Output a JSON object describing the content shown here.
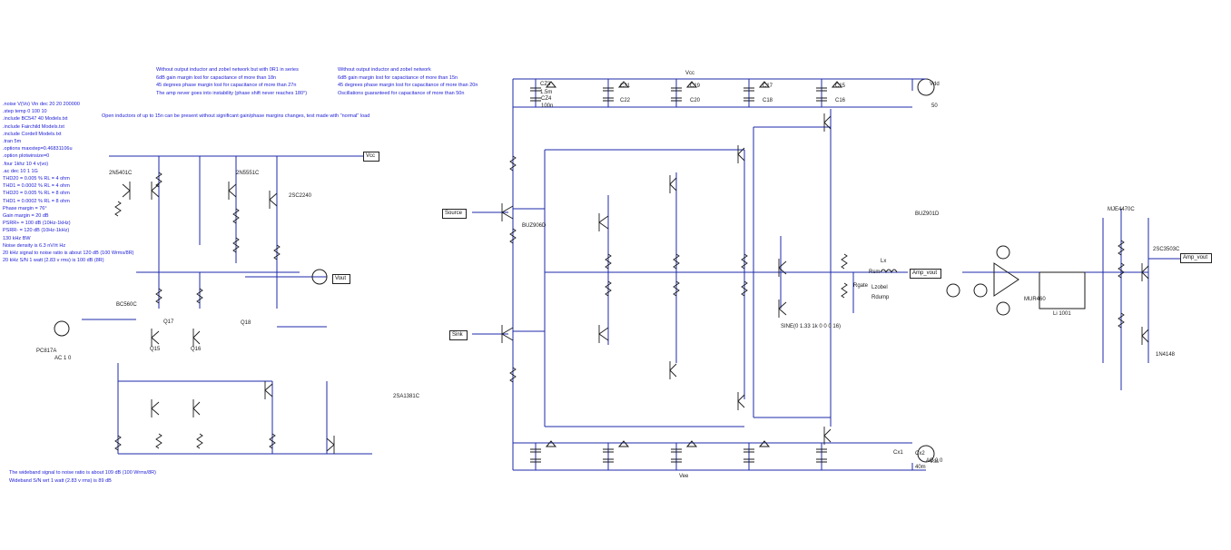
{
  "directives": [
    ".noise V(Vo) Vin dec 20 20 200000",
    ".step temp 0 100 10",
    ".include BC547 40 Models.txt",
    ".include Fairchild Models.txt",
    ".include Cordell Models.txt",
    ".tran 5m",
    ".options maxstep=0.46831106u",
    ".option plotwinsize=0",
    ".four 1khz 10 4 v(vo)",
    ".ac dec 10 1 1G",
    "THD20 = 0.005 % RL = 4 ohm",
    "THD1 = 0.0002 % RL = 4 ohm",
    "THD20 = 0.005 % RL = 8 ohm",
    "THD1 = 0.0002 % RL = 8 ohm",
    "Phase margin = 76°",
    "Gain margin = 20 dB",
    "PSRR+ = 100 dB (10Hz-1kHz)",
    "PSRR- = 120 dB (10Hz-1kHz)",
    "130 kHz BW",
    "Noise density is 6.3 nV/rt Hz",
    "20 kHz signal to noise ratio is about 120 dB (100 Wrms/8R)",
    "20 kHz S/N 1 watt (2.83 v rms) is 100 dB (8R)"
  ],
  "top_notes_left": [
    "Without output inductor and zobel network but with 0R1 in series",
    "6dB gain margin lost for capacitance of more than 18n",
    "45 degrees phase margin lost for capacitance of more than 27n",
    "The amp never goes into instability (phase shift never reaches 180°)"
  ],
  "top_notes_right": [
    "Without output inductor and zobel network",
    "6dB gain margin lost for capacitance of more than 15n",
    "45 degrees phase margin lost for capacitance of more than 20n",
    "Oscillations guaranteed for capacitance of more than 50n"
  ],
  "inductor_note": "Open inductors of up to 15n can be present without significant gain/phase margins changes, test made with \"normal\" load",
  "bottom_notes": [
    "The wideband signal to noise ratio is about 109 dB (100 Wrms/8R)",
    "Wideband S/N wrt 1 watt (2.83 v rms) is 89 dB"
  ],
  "ports": {
    "vout_left": "Vout",
    "vcc_left": "Vcc",
    "source": "Source",
    "sink": "Sink",
    "amp_vout": "Amp_vout"
  },
  "labels": [
    {
      "t": "Vcc",
      "k": "vcc_top"
    },
    {
      "t": "Vee",
      "k": "vee_bottom"
    },
    {
      "t": "Vdd"
    },
    {
      "t": "Vss"
    },
    {
      "t": "CZ3"
    },
    {
      "t": "1.5m"
    },
    {
      "t": "CZ4"
    },
    {
      "t": "100n"
    },
    {
      "t": "C21"
    },
    {
      "t": "C22"
    },
    {
      "t": "C19"
    },
    {
      "t": "C20"
    },
    {
      "t": "C17"
    },
    {
      "t": "C18"
    },
    {
      "t": "C15"
    },
    {
      "t": "C16"
    },
    {
      "t": "Cx1"
    },
    {
      "t": "Cx2"
    },
    {
      "t": "40m"
    },
    {
      "t": "50"
    },
    {
      "t": "2N5401C"
    },
    {
      "t": "2N5551C"
    },
    {
      "t": "BC560C"
    },
    {
      "t": "BUZ901D"
    },
    {
      "t": "BUZ906D"
    },
    {
      "t": "2SC2240"
    },
    {
      "t": "2SA1381C"
    },
    {
      "t": "2SC3503C"
    },
    {
      "t": "MJE4470C"
    },
    {
      "t": "1N4148"
    },
    {
      "t": "MUR460"
    },
    {
      "t": "Li 1001"
    },
    {
      "t": "PC817A"
    },
    {
      "t": "AC 1 0"
    },
    {
      "t": "AC 0 0"
    },
    {
      "t": "SINE(0 1.33 1k 0 0 0 16)"
    },
    {
      "t": "Rgate"
    },
    {
      "t": "Lzobel"
    },
    {
      "t": "Rdump"
    },
    {
      "t": "Rsm"
    },
    {
      "t": "Lx"
    },
    {
      "t": "Q15"
    },
    {
      "t": "Q16"
    },
    {
      "t": "Q17"
    },
    {
      "t": "Q18"
    }
  ]
}
